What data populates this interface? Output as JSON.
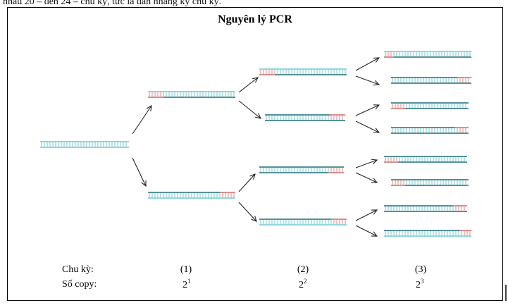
{
  "header_fragment": "nhau 20 – đến 24 – chu kỳ, tức là dẫn nhằng kỳ chu kỳ.",
  "title": "Nguyên lý PCR",
  "labels": {
    "cycle_label": "Chu kỳ:",
    "copy_label": "Số copy:"
  },
  "cycles": [
    {
      "label": "(1)",
      "copy_base": "2",
      "copy_exp": "1"
    },
    {
      "label": "(2)",
      "copy_base": "2",
      "copy_exp": "2"
    },
    {
      "label": "(3)",
      "copy_base": "2",
      "copy_exp": "3"
    }
  ],
  "colors": {
    "dark_strand": "#1f6f7a",
    "light_strand": "#6fc8cf",
    "primer": "#e8857f",
    "arrow": "#222222",
    "frame": "#000000"
  }
}
